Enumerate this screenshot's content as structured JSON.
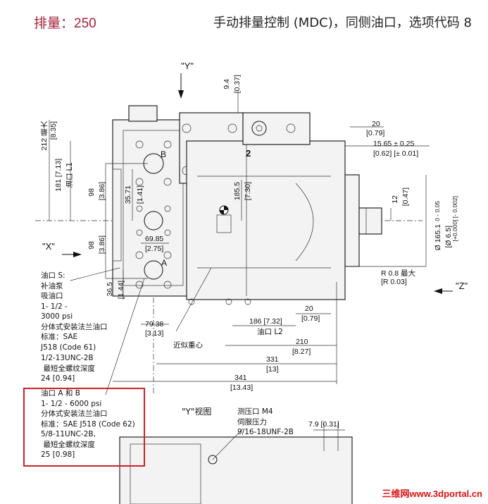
{
  "header": {
    "left_label": "排量：",
    "left_value": "250",
    "right_title": "手动排量控制 (MDC)，同侧油口，选项代码 8"
  },
  "axes": {
    "y": "\"Y\"",
    "x": "\"X\"",
    "z": "\"Z\""
  },
  "dimensions": {
    "d9_4": "9.4",
    "d0_37": "[0.37]",
    "d212": "212 最大",
    "d8_35": "[8.35]",
    "d181": "181 [7.13]",
    "oil_l1": "油口 L1",
    "d98a": "98",
    "d3_86a": "[3.86]",
    "d98b": "98",
    "d3_86b": "[3.86]",
    "d35_71": "35.71",
    "d1_41": "[1.41]",
    "d69_85": "69.85",
    "d2_75": "[2.75]",
    "d36_5": "36.5",
    "d1_44": "[1.44]",
    "d185_5": "185.5",
    "d7_30": "[7.30]",
    "d79_38": "79.38",
    "d3_13": "[3.13]",
    "d20a": "20",
    "d0_79a": "[0.79]",
    "d15_65": "15.65 ± 0.25",
    "d0_62": "[0.62] [± 0.01]",
    "d12": "12",
    "d0_47": "[0.47]",
    "d165_1": "Ø 165.1",
    "tol_mm": "0  - 0.05",
    "d6_5": "[Ø 6.5]",
    "tol_in": "[+0.000] [- 0.002]",
    "r0_8": "R 0.8 最大",
    "r0_03": "[R 0.03]",
    "d186": "186 [7.32]",
    "oil_l2": "油口 L2",
    "d20b": "20",
    "d0_79b": "[0.79]",
    "d210": "210",
    "d8_27": "[8.27]",
    "d331": "331",
    "d13": "[13]",
    "d341": "341",
    "d13_43": "[13.43]",
    "d7_9": "7.9 [0.31]",
    "b_port": "B",
    "a_port": "A",
    "num2": "2",
    "cog": "近似重心"
  },
  "port_s": [
    "油口 S:",
    "补油泵",
    "吸油口",
    "1- 1/2 -",
    "3000 psi",
    "分体式安装法兰油口",
    "标准：SAE",
    "J518 (Code 61)",
    "1/2-13UNC-2B",
    " 最短全螺纹深度",
    "24 [0.94]"
  ],
  "port_ab": [
    "油口 A 和 B",
    "1- 1/2 - 6000 psi",
    "分体式安装法兰油口",
    "标准：SAE J518 (Code 62)",
    "5/8-11UNC-2B,",
    " 最短全螺纹深度",
    "25 [0.98]"
  ],
  "view_y": {
    "title": "\"Y\"视图",
    "gauge": [
      "测压口 M4",
      "伺服压力",
      "9/16-18UNF-2B"
    ]
  },
  "watermark": "三维网www.3dportal.cn",
  "colors": {
    "header_accent": "#a8203a",
    "callout_border": "#d0202a",
    "watermark": "#dd1111"
  }
}
